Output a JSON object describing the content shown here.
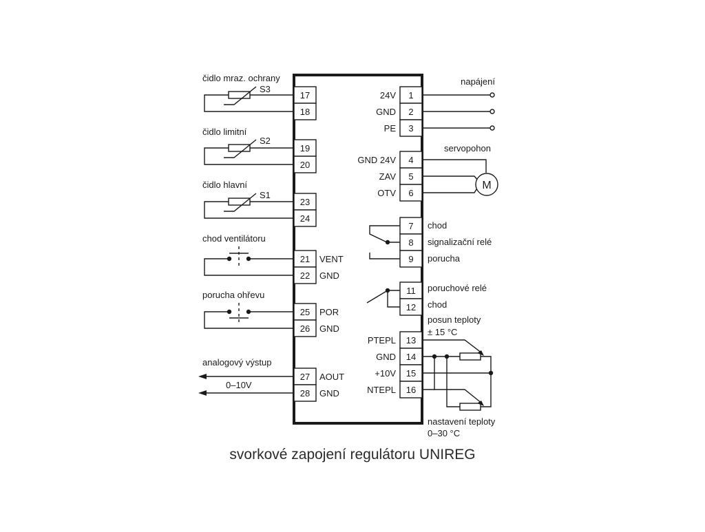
{
  "caption": "svorkové zapojení regulátoru UNIREG",
  "left_groups": [
    {
      "label": "čidlo mraz. ochrany",
      "sensor": "S3"
    },
    {
      "label": "čidlo limitní",
      "sensor": "S2"
    },
    {
      "label": "čidlo hlavní",
      "sensor": "S1"
    },
    {
      "label": "chod ventilátoru"
    },
    {
      "label": "porucha ohřevu"
    },
    {
      "label": "analogový výstup",
      "signal": "0–10V"
    }
  ],
  "left_terminals": [
    {
      "num": "17",
      "name": ""
    },
    {
      "num": "18",
      "name": ""
    },
    {
      "num": "19",
      "name": ""
    },
    {
      "num": "20",
      "name": ""
    },
    {
      "num": "23",
      "name": ""
    },
    {
      "num": "24",
      "name": ""
    },
    {
      "num": "21",
      "name": "VENT"
    },
    {
      "num": "22",
      "name": "GND"
    },
    {
      "num": "25",
      "name": "POR"
    },
    {
      "num": "26",
      "name": "GND"
    },
    {
      "num": "27",
      "name": "AOUT"
    },
    {
      "num": "28",
      "name": "GND"
    }
  ],
  "right_terminals": [
    {
      "num": "1",
      "name": "24V"
    },
    {
      "num": "2",
      "name": "GND"
    },
    {
      "num": "3",
      "name": "PE"
    },
    {
      "num": "4",
      "name": "GND 24V"
    },
    {
      "num": "5",
      "name": "ZAV"
    },
    {
      "num": "6",
      "name": "OTV"
    },
    {
      "num": "7",
      "name": ""
    },
    {
      "num": "8",
      "name": ""
    },
    {
      "num": "9",
      "name": ""
    },
    {
      "num": "11",
      "name": ""
    },
    {
      "num": "12",
      "name": ""
    },
    {
      "num": "13",
      "name": "PTEPL"
    },
    {
      "num": "14",
      "name": "GND"
    },
    {
      "num": "15",
      "name": "+10V"
    },
    {
      "num": "16",
      "name": "NTEPL"
    }
  ],
  "right_labels": {
    "supply": "napájení",
    "actuator": "servopohon",
    "motor": "M",
    "relay_run": "chod",
    "relay_signal": "signalizační relé",
    "relay_fault": "porucha",
    "fault_relay": "poruchové relé",
    "fault_relay_run": "chod",
    "temp_shift": "posun teploty",
    "temp_shift_range": "± 15 °C",
    "temp_set": "nastavení teploty",
    "temp_set_range": "0–30 °C"
  }
}
